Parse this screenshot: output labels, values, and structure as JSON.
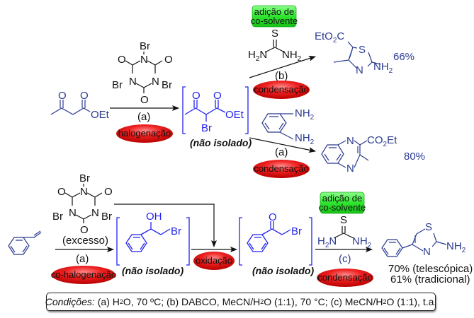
{
  "figure": {
    "colors": {
      "reagent": "#111111",
      "substrate_navy": "#2b3a8f",
      "intermediate_blue": "#2222ee",
      "pill_red": "#e8161b",
      "pill_green": "#2ee82e"
    },
    "reaction1": {
      "substrate": {
        "name": "ethyl acetoacetate",
        "label_OEt": "OEt",
        "O1": "O",
        "O2": "O"
      },
      "reagent_TBCA": {
        "Br_top": "Br",
        "Br_left": "Br",
        "Br_right": "Br",
        "N": "N",
        "O": "O"
      },
      "step_label": "(a)",
      "pill_halogenation": "halogenação",
      "intermediate": {
        "Br": "Br",
        "OEt": "OEt",
        "O": "O",
        "caption": "(não isolado)"
      },
      "branch_b": {
        "green_tag_line1": "adição de",
        "green_tag_line2": "co-solvente",
        "reagent": {
          "S": "S",
          "H2N": "H",
          "H2N_sub": "2",
          "H2N_N": "N",
          "NH2": "NH",
          "NH2_sub": "2"
        },
        "step_label": "(b)",
        "pill": "condensação",
        "product": {
          "EtO2C_pre": "EtO",
          "EtO2C_sub": "2",
          "EtO2C_post": "C",
          "S": "S",
          "N": "N",
          "NH2": "NH",
          "NH2_sub": "2"
        },
        "yield": "66%"
      },
      "branch_a": {
        "reagent": {
          "NH2_top": "NH",
          "NH2_bottom": "NH",
          "sub": "2"
        },
        "step_label": "(a)",
        "pill": "condensação",
        "product": {
          "N_top": "N",
          "N_bottom": "N",
          "CO2Et_pre": "CO",
          "CO2Et_sub": "2",
          "CO2Et_post": "Et"
        },
        "yield": "80%"
      }
    },
    "reaction2": {
      "reagent_TBCA": {
        "Br_top": "Br",
        "Br_left": "Br",
        "Br_right": "Br",
        "N": "N",
        "O": "O",
        "note": "(excesso)"
      },
      "step_label": "(a)",
      "pill_cohalogenation": "co-halogenação",
      "intermediate1": {
        "OH": "OH",
        "Br": "Br",
        "caption": "(não isolado)"
      },
      "pill_oxidation": "oxidação",
      "intermediate2": {
        "O": "O",
        "Br": "Br",
        "caption": "(não isolado)"
      },
      "green_tag_line1": "adição de",
      "green_tag_line2": "co-solvente",
      "reagent": {
        "S": "S",
        "H2N": "H",
        "H2N_sub": "2",
        "H2N_N": "N",
        "NH2": "NH",
        "NH2_sub": "2"
      },
      "step_label_c": "(c)",
      "pill_condensation": "condensação",
      "product": {
        "S": "S",
        "N": "N",
        "NH2": "NH",
        "NH2_sub": "2"
      },
      "yield_line1": "70% (telescópica)",
      "yield_line2": "61% (tradicional)"
    },
    "conditions": {
      "label": "Condições:",
      "a_pre": "(a) H",
      "a_sub": "2",
      "a_post": "O, 70 ºC; (b) DABCO, MeCN/H",
      "b_sub": "2",
      "b_post": "O (1:1), 70 °C; (c) MeCN/H",
      "c_sub": "2",
      "c_post": "O (1:1), t.a."
    }
  }
}
